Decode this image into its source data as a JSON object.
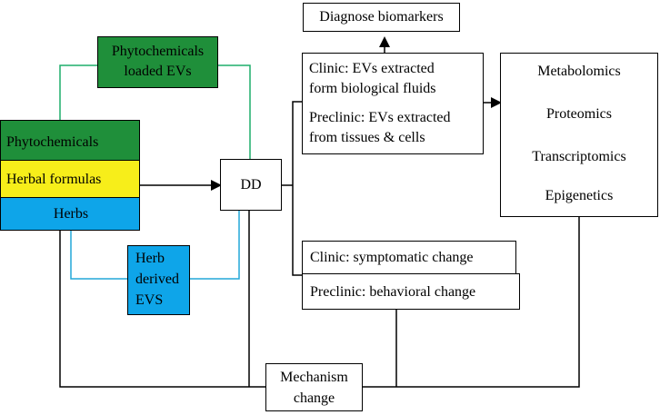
{
  "colors": {
    "green_fill": "#1f8f3a",
    "yellow_fill": "#f7ee1a",
    "blue_fill": "#0ea5e9",
    "green_line": "#1fae6b",
    "blue_line": "#22a7d8",
    "black_line": "#000000"
  },
  "nodes": {
    "phytochemicals_loaded_evs": [
      "Phytochemicals",
      "loaded EVs"
    ],
    "phytochemicals": "Phytochemicals",
    "herbal_formulas": "Herbal formulas",
    "herbs": "Herbs",
    "herb_derived_evs": [
      "Herb",
      "derived",
      "EVS"
    ],
    "dd": "DD",
    "diagnose_biomarkers": "Diagnose biomarkers",
    "clinic_evs": [
      "Clinic: EVs extracted",
      "form biological fluids"
    ],
    "preclinic_evs": [
      "Preclinic: EVs extracted",
      "from tissues & cells"
    ],
    "clinic_symptomatic": "Clinic: symptomatic change",
    "preclinic_behavioral": "Preclinic: behavioral change",
    "omics": [
      "Metabolomics",
      "Proteomics",
      "Transcriptomics",
      "Epigenetics"
    ],
    "mechanism_change": [
      "Mechanism",
      "change"
    ]
  }
}
